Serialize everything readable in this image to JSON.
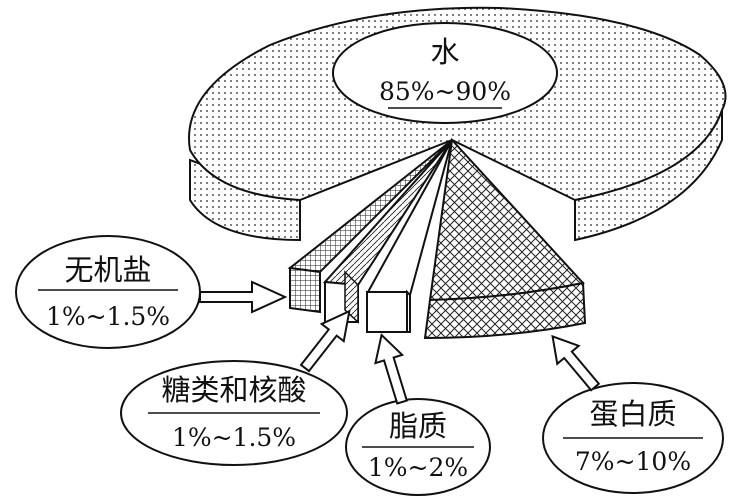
{
  "chart_data": {
    "type": "pie",
    "style": "3d-exploded",
    "legend": "none",
    "slices": [
      {
        "name": "水",
        "value_label": "85%~90%",
        "value_low": 85,
        "value_high": 90,
        "fill": "dots"
      },
      {
        "name": "蛋白质",
        "value_label": "7%~10%",
        "value_low": 7,
        "value_high": 10,
        "fill": "crosshatch"
      },
      {
        "name": "脂质",
        "value_label": "1%~2%",
        "value_low": 1,
        "value_high": 2,
        "fill": "blank"
      },
      {
        "name": "糖类和核酸",
        "value_label": "1%~1.5%",
        "value_low": 1,
        "value_high": 1.5,
        "fill": "lines"
      },
      {
        "name": "无机盐",
        "value_label": "1%~1.5%",
        "value_low": 1,
        "value_high": 1.5,
        "fill": "grid"
      }
    ]
  },
  "colors": {
    "stroke": "#111111",
    "background": "#ffffff"
  }
}
